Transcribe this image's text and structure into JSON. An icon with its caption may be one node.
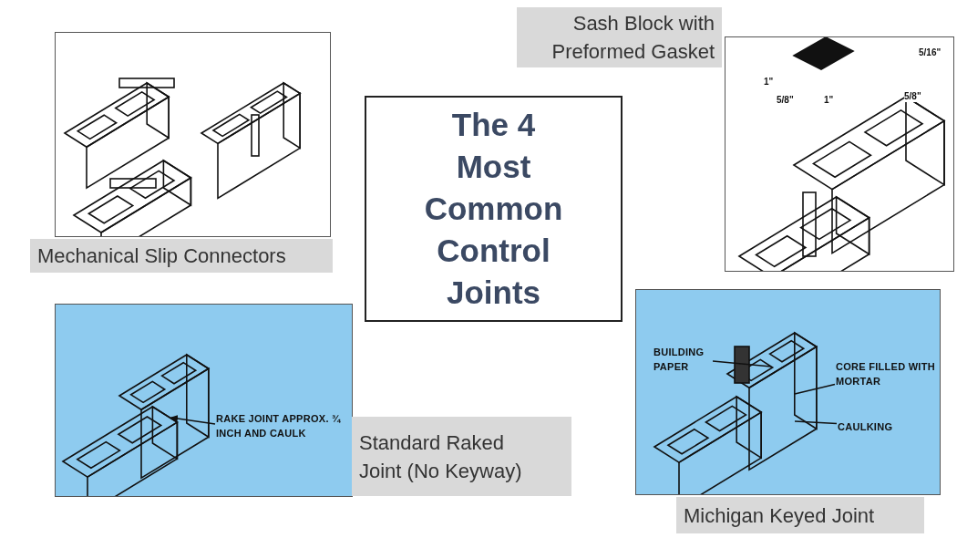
{
  "diagram": {
    "nodes": [
      {
        "text": [
          "The 4 Most Common Control Joints"
        ]
      },
      {
        "text": [],
        "shape": "picture"
      },
      {
        "text": [
          "Mechanical Slip Connectors"
        ]
      },
      {
        "text": [],
        "shape": "picture"
      },
      {
        "text": [
          "Sash Block with Preformed Gasket"
        ]
      },
      {
        "text": [],
        "shape": "picture"
      },
      {
        "text": [
          "Standard Raked Joint (No Keyway)"
        ]
      },
      {
        "text": [],
        "shape": "picture"
      },
      {
        "text": [
          "Michigan Keyed Joint"
        ]
      },
      {
        "text": [
          "RAKE JOINT APPROX. ¾ INCH AND CAULK"
        ],
        "in": 5
      },
      {
        "text": [
          "BUILDING PAPER"
        ],
        "in": 7
      },
      {
        "text": [
          "CORE FILLED WITH MORTAR"
        ],
        "in": 7
      },
      {
        "text": [
          "CAULKING"
        ],
        "in": 7
      }
    ],
    "edges": [
      {
        "from": 9,
        "to": null,
        "arrow": "to"
      },
      {
        "from": 10,
        "to": null,
        "arrow": "none"
      },
      {
        "from": 11,
        "to": null,
        "arrow": "none"
      },
      {
        "from": 12,
        "to": null,
        "arrow": "none"
      }
    ],
    "labels": [
      "5/16\"",
      "1\"",
      "5/8\"",
      "1\"",
      "5/8\""
    ]
  }
}
